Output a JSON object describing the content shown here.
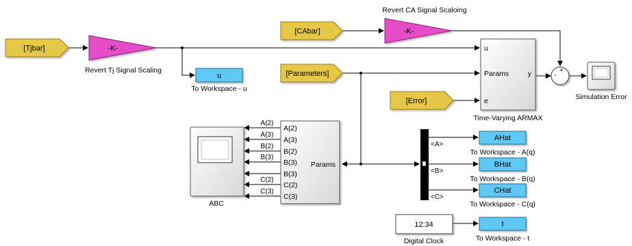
{
  "goto_blocks": {
    "tjbar": "[Tjbar]",
    "cabar": "[CAbar]",
    "parameters": "[Parameters]",
    "error": "[Error]"
  },
  "gains": {
    "tj": {
      "value": "-K-",
      "label": "Revert Tj Signal Scaling"
    },
    "ca": {
      "value": "-K-",
      "label": "Revert CA Signal Scaloing"
    }
  },
  "to_workspace": {
    "u": {
      "value": "u",
      "label": "To Workspace - u"
    },
    "ahat": {
      "value": "AHat",
      "label": "To Workspace - A(q)"
    },
    "bhat": {
      "value": "BHat",
      "label": "To Workspace - B(q)"
    },
    "chat": {
      "value": "CHat",
      "label": "To Workspace - C(q)"
    },
    "t": {
      "value": "t",
      "label": "To Workspace - t"
    }
  },
  "armax": {
    "label": "Time-Varying ARMAX",
    "ports": {
      "u": "u",
      "params": "Params",
      "e": "e",
      "y": "y"
    }
  },
  "sum": {
    "plus": "+",
    "minus": "-"
  },
  "scope_error": {
    "label": "Simulation Error"
  },
  "scope_abc": {
    "label": "ABC"
  },
  "selector": {
    "label": "Params",
    "outputs": [
      "A(2)",
      "A(3)",
      "B(2)",
      "B(3)",
      "B(3)",
      "C(2)",
      "C(3)"
    ],
    "signal_labels": [
      "A(2)",
      "A(3)",
      "B(2)",
      "B(3)",
      "C(2)",
      "C(3)"
    ]
  },
  "bus_selector": {
    "outputs": [
      "<A>",
      "<B>",
      "<C>"
    ]
  },
  "clock": {
    "display": "12:34",
    "label": "Digital Clock"
  },
  "colors": {
    "goto_fill": "#e6c84a",
    "gain_fill": "#e64bc8",
    "workspace_fill": "#5ec8f5",
    "line": "#000000"
  }
}
